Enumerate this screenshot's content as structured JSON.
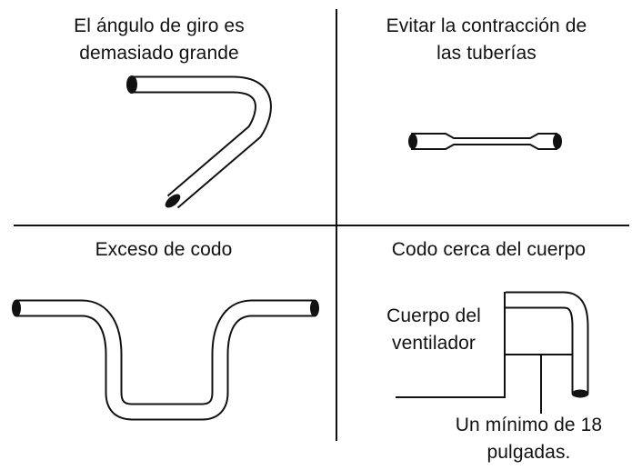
{
  "panels": [
    {
      "id": "angle",
      "title_line1": "El ángulo de giro es",
      "title_line2": "demasiado grande"
    },
    {
      "id": "contraction",
      "title_line1": "Evitar la contracción de",
      "title_line2": "las tuberías"
    },
    {
      "id": "elbow",
      "title_line1": "Exceso de codo",
      "title_line2": ""
    },
    {
      "id": "near-body",
      "title_line1": "Codo cerca del cuerpo",
      "title_line2": ""
    }
  ],
  "fan_body": {
    "line1": "Cuerpo del",
    "line2": "ventilador"
  },
  "min_distance": {
    "line1": "Un mínimo de 18",
    "line2": "pulgadas."
  },
  "colors": {
    "ink": "#111111",
    "pipe_fill": "#ffffff",
    "background": "#ffffff"
  }
}
